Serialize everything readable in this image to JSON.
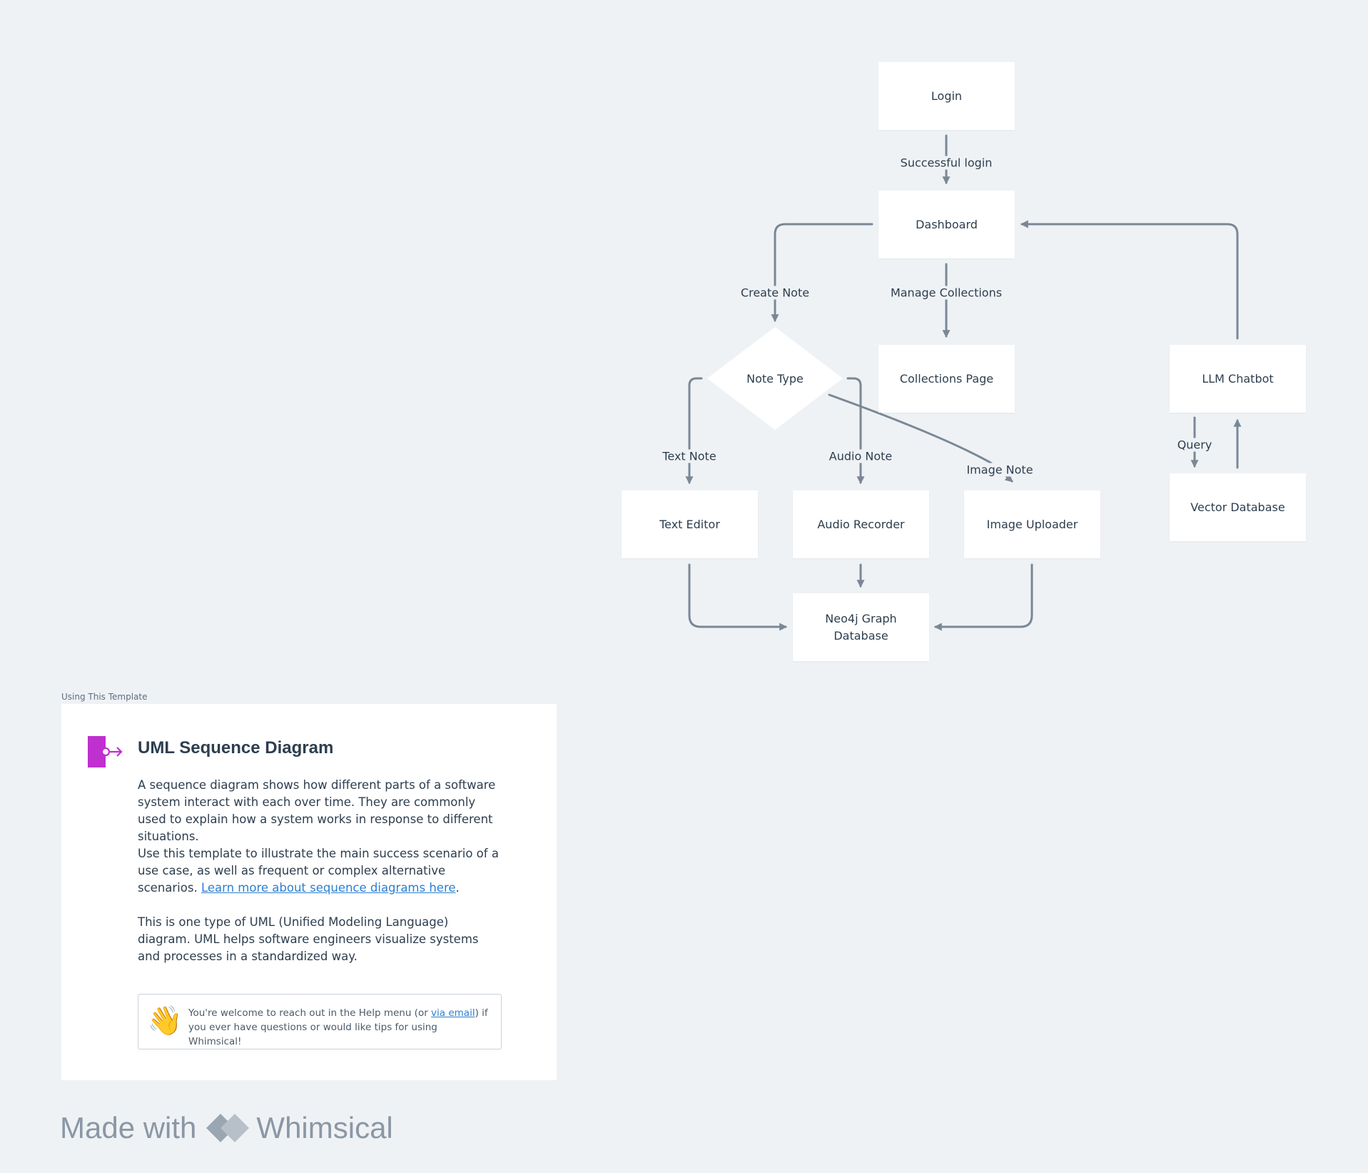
{
  "flowchart": {
    "nodes": {
      "login": "Login",
      "dashboard": "Dashboard",
      "note_type": "Note Type",
      "collections_page": "Collections Page",
      "llm_chatbot": "LLM Chatbot",
      "text_editor": "Text Editor",
      "audio_recorder": "Audio Recorder",
      "image_uploader": "Image Uploader",
      "vector_database": "Vector Database",
      "neo4j_database": "Neo4j Graph Database"
    },
    "edge_labels": {
      "successful_login": "Successful login",
      "create_note": "Create Note",
      "manage_collections": "Manage Collections",
      "text_note": "Text Note",
      "audio_note": "Audio Note",
      "image_note": "Image Note",
      "query": "Query"
    }
  },
  "template_card": {
    "frame_label": "Using This Template",
    "title": "UML Sequence Diagram",
    "paragraph1": "A sequence diagram shows how different parts of a software system interact with each over time. They are commonly used to explain how a system works in response to different situations.",
    "paragraph2_text": "Use this template to illustrate the main success scenario of a use case, as well as frequent or complex alternative scenarios. ",
    "paragraph2_link": "Learn more about sequence diagrams here",
    "paragraph2_end": ".",
    "paragraph3": "This is one type of UML (Unified Modeling Language) diagram. UML helps software engineers visualize systems and processes in a standardized way.",
    "help_emoji": "👋",
    "help_text_before": "You're welcome to reach out in the Help menu (or ",
    "help_link": "via email",
    "help_text_after": ") if you ever have questions or would like tips for using Whimsical!"
  },
  "footer": {
    "made_with": "Made with",
    "brand": "Whimsical"
  },
  "colors": {
    "background": "#eff2f5",
    "connector": "#7a8896",
    "text": "#2d3e4f",
    "link": "#2a7fd1",
    "template_icon": "#c02fd0"
  }
}
